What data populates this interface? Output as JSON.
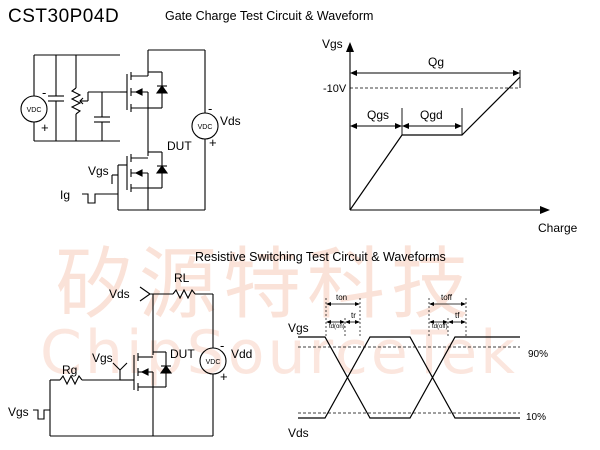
{
  "part_number": "CST30P04D",
  "top_section": {
    "title": "Gate Charge Test Circuit & Waveform",
    "circuit": {
      "vdc_left": "VDC",
      "minus": "-",
      "plus": "+",
      "vdc_right": "VDC",
      "vds_label": "Vds",
      "vds_minus": "-",
      "vds_plus": "+",
      "dut_label": "DUT",
      "vgs_label": "Vgs",
      "ig_label": "Ig"
    },
    "waveform": {
      "y_axis": "Vgs",
      "x_axis": "Charge",
      "level": "-10V",
      "qg": "Qg",
      "qgs": "Qgs",
      "qgd": "Qgd"
    }
  },
  "bottom_section": {
    "title": "Resistive Switching Test Circuit & Waveforms",
    "circuit": {
      "vds_label": "Vds",
      "rl_label": "RL",
      "vgs_label": "Vgs",
      "dut_label": "DUT",
      "rg_label": "Rg",
      "vgs_input": "Vgs",
      "vdc_label": "VDC",
      "vdd_minus": "-",
      "vdd_label": "Vdd",
      "vdd_plus": "+"
    },
    "waveform": {
      "vgs": "Vgs",
      "vds": "Vds",
      "p90": "90%",
      "p10": "10%",
      "t_on": "ton",
      "t_off": "toff",
      "t_don": "td(on)",
      "t_r": "tr",
      "t_doff": "td(off)",
      "t_f": "tf"
    }
  },
  "watermark": {
    "cn": "矽源特科技",
    "en": "ChipSourceTek"
  }
}
